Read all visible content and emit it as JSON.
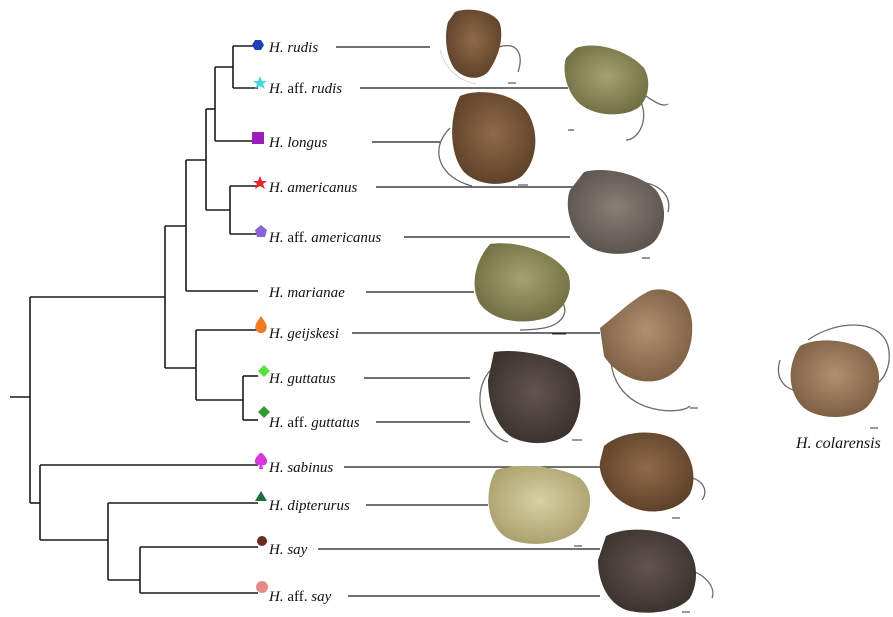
{
  "tree": {
    "taxa": [
      {
        "id": "rudis",
        "prefix": "H. ",
        "aff": "",
        "epithet": "rudis",
        "marker": {
          "shape": "hexagon",
          "color": "#1f3fb8"
        }
      },
      {
        "id": "aff-rudis",
        "prefix": "H. ",
        "aff": "aff. ",
        "epithet": "rudis",
        "marker": {
          "shape": "star",
          "color": "#48d6de"
        }
      },
      {
        "id": "longus",
        "prefix": "H. ",
        "aff": "",
        "epithet": "longus",
        "marker": {
          "shape": "square",
          "color": "#9b1fb8"
        }
      },
      {
        "id": "americanus",
        "prefix": "H. ",
        "aff": "",
        "epithet": "americanus",
        "marker": {
          "shape": "star",
          "color": "#e8242b"
        }
      },
      {
        "id": "aff-americanus",
        "prefix": "H. ",
        "aff": "aff. ",
        "epithet": "americanus",
        "marker": {
          "shape": "pentagon",
          "color": "#8a62d8"
        }
      },
      {
        "id": "marianae",
        "prefix": "H. ",
        "aff": "",
        "epithet": "marianae",
        "marker": {
          "shape": "crescent",
          "color": "#e89a2a"
        }
      },
      {
        "id": "geijskesi",
        "prefix": "H. ",
        "aff": "",
        "epithet": "geijskesi",
        "marker": {
          "shape": "drop",
          "color": "#ee7a22"
        }
      },
      {
        "id": "guttatus",
        "prefix": "H. ",
        "aff": "",
        "epithet": "guttatus",
        "marker": {
          "shape": "diamond",
          "color": "#52e23a"
        }
      },
      {
        "id": "aff-guttatus",
        "prefix": "H. ",
        "aff": "aff. ",
        "epithet": "guttatus",
        "marker": {
          "shape": "diamond",
          "color": "#2e9a34"
        }
      },
      {
        "id": "sabinus",
        "prefix": "H. ",
        "aff": "",
        "epithet": "sabinus",
        "marker": {
          "shape": "spade",
          "color": "#d43ad8"
        }
      },
      {
        "id": "dipterurus",
        "prefix": "H. ",
        "aff": "",
        "epithet": "dipterurus",
        "marker": {
          "shape": "triangle",
          "color": "#1f6e34"
        }
      },
      {
        "id": "say",
        "prefix": "H. ",
        "aff": "",
        "epithet": "say",
        "marker": {
          "shape": "circle",
          "color": "#6b2a2a"
        }
      },
      {
        "id": "aff-say",
        "prefix": "H. ",
        "aff": "aff. ",
        "epithet": "say",
        "marker": {
          "shape": "circle",
          "color": "#e98a8a"
        }
      }
    ]
  },
  "outgroup": {
    "label": "H. colarensis"
  },
  "specimen_colors": {
    "brown": "#7a5636",
    "olive": "#8c8a55",
    "pale": "#c2ba86",
    "grey_brown": "#6e5f54",
    "tan": "#9a7a58",
    "dark": "#4a3c36"
  }
}
